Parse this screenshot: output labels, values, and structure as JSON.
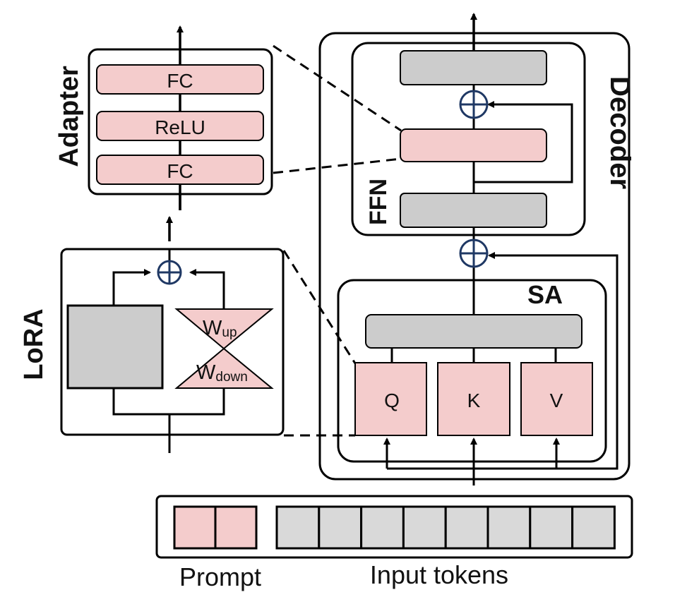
{
  "adapter": {
    "title": "Adapter",
    "layers": [
      "FC",
      "ReLU",
      "FC"
    ]
  },
  "lora": {
    "title": "LoRA",
    "w_up": {
      "base": "W",
      "sub": "up"
    },
    "w_down": {
      "base": "W",
      "sub": "down"
    }
  },
  "decoder": {
    "title": "Decoder",
    "ffn_title": "FFN",
    "sa_title": "SA",
    "qkv": [
      "Q",
      "K",
      "V"
    ]
  },
  "input": {
    "prompt_label": "Prompt",
    "tokens_label": "Input tokens",
    "prompt_count": 2,
    "token_count": 8
  },
  "colors": {
    "pink": "#f4cccc",
    "gray": "#cccccc",
    "token_gray": "#d9d9d9",
    "plus_stroke": "#1f3864",
    "stroke": "#000000"
  }
}
